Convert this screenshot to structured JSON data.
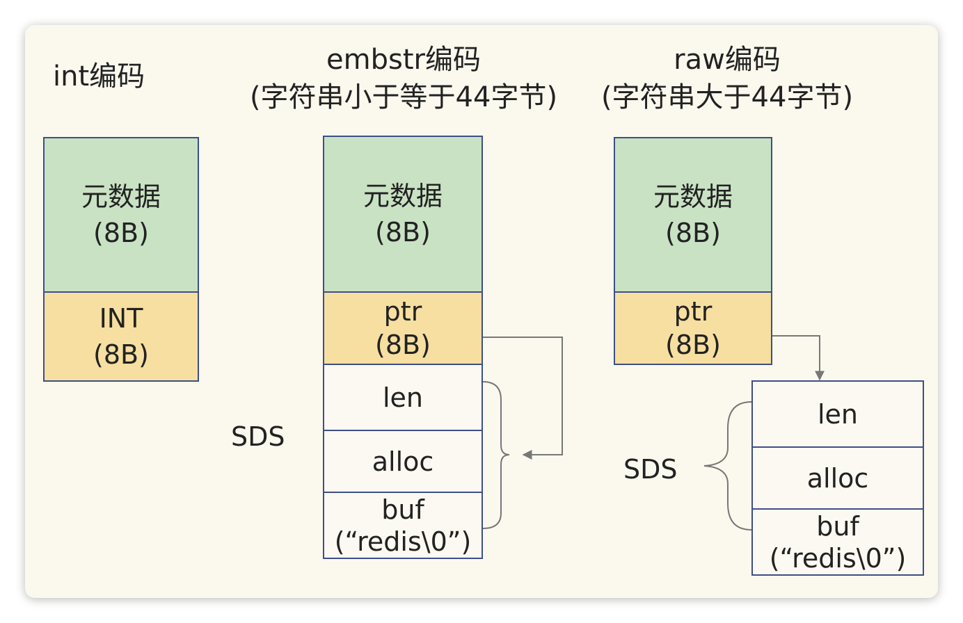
{
  "columns": {
    "int": {
      "title": "int编码",
      "meta": {
        "line1": "元数据",
        "line2": "(8B)"
      },
      "value": {
        "line1": "INT",
        "line2": "(8B)"
      }
    },
    "embstr": {
      "title_line1": "embstr编码",
      "title_line2": "(字符串小于等于44字节)",
      "meta": {
        "line1": "元数据",
        "line2": "(8B)"
      },
      "ptr": {
        "line1": "ptr",
        "line2": "(8B)"
      },
      "sds_label": "SDS",
      "len": "len",
      "alloc": "alloc",
      "buf": {
        "line1": "buf",
        "line2": "(“redis\\0”)"
      }
    },
    "raw": {
      "title_line1": "raw编码",
      "title_line2": "(字符串大于44字节)",
      "meta": {
        "line1": "元数据",
        "line2": "(8B)"
      },
      "ptr": {
        "line1": "ptr",
        "line2": "(8B)"
      },
      "sds_label": "SDS",
      "len": "len",
      "alloc": "alloc",
      "buf": {
        "line1": "buf",
        "line2": "(“redis\\0”)"
      }
    }
  },
  "colors": {
    "metadata_fill": "#c9e2c4",
    "pointer_fill": "#f6dfa0",
    "sds_fill": "#fcf9f2",
    "border": "#3d4e88",
    "connector": "#777777"
  }
}
